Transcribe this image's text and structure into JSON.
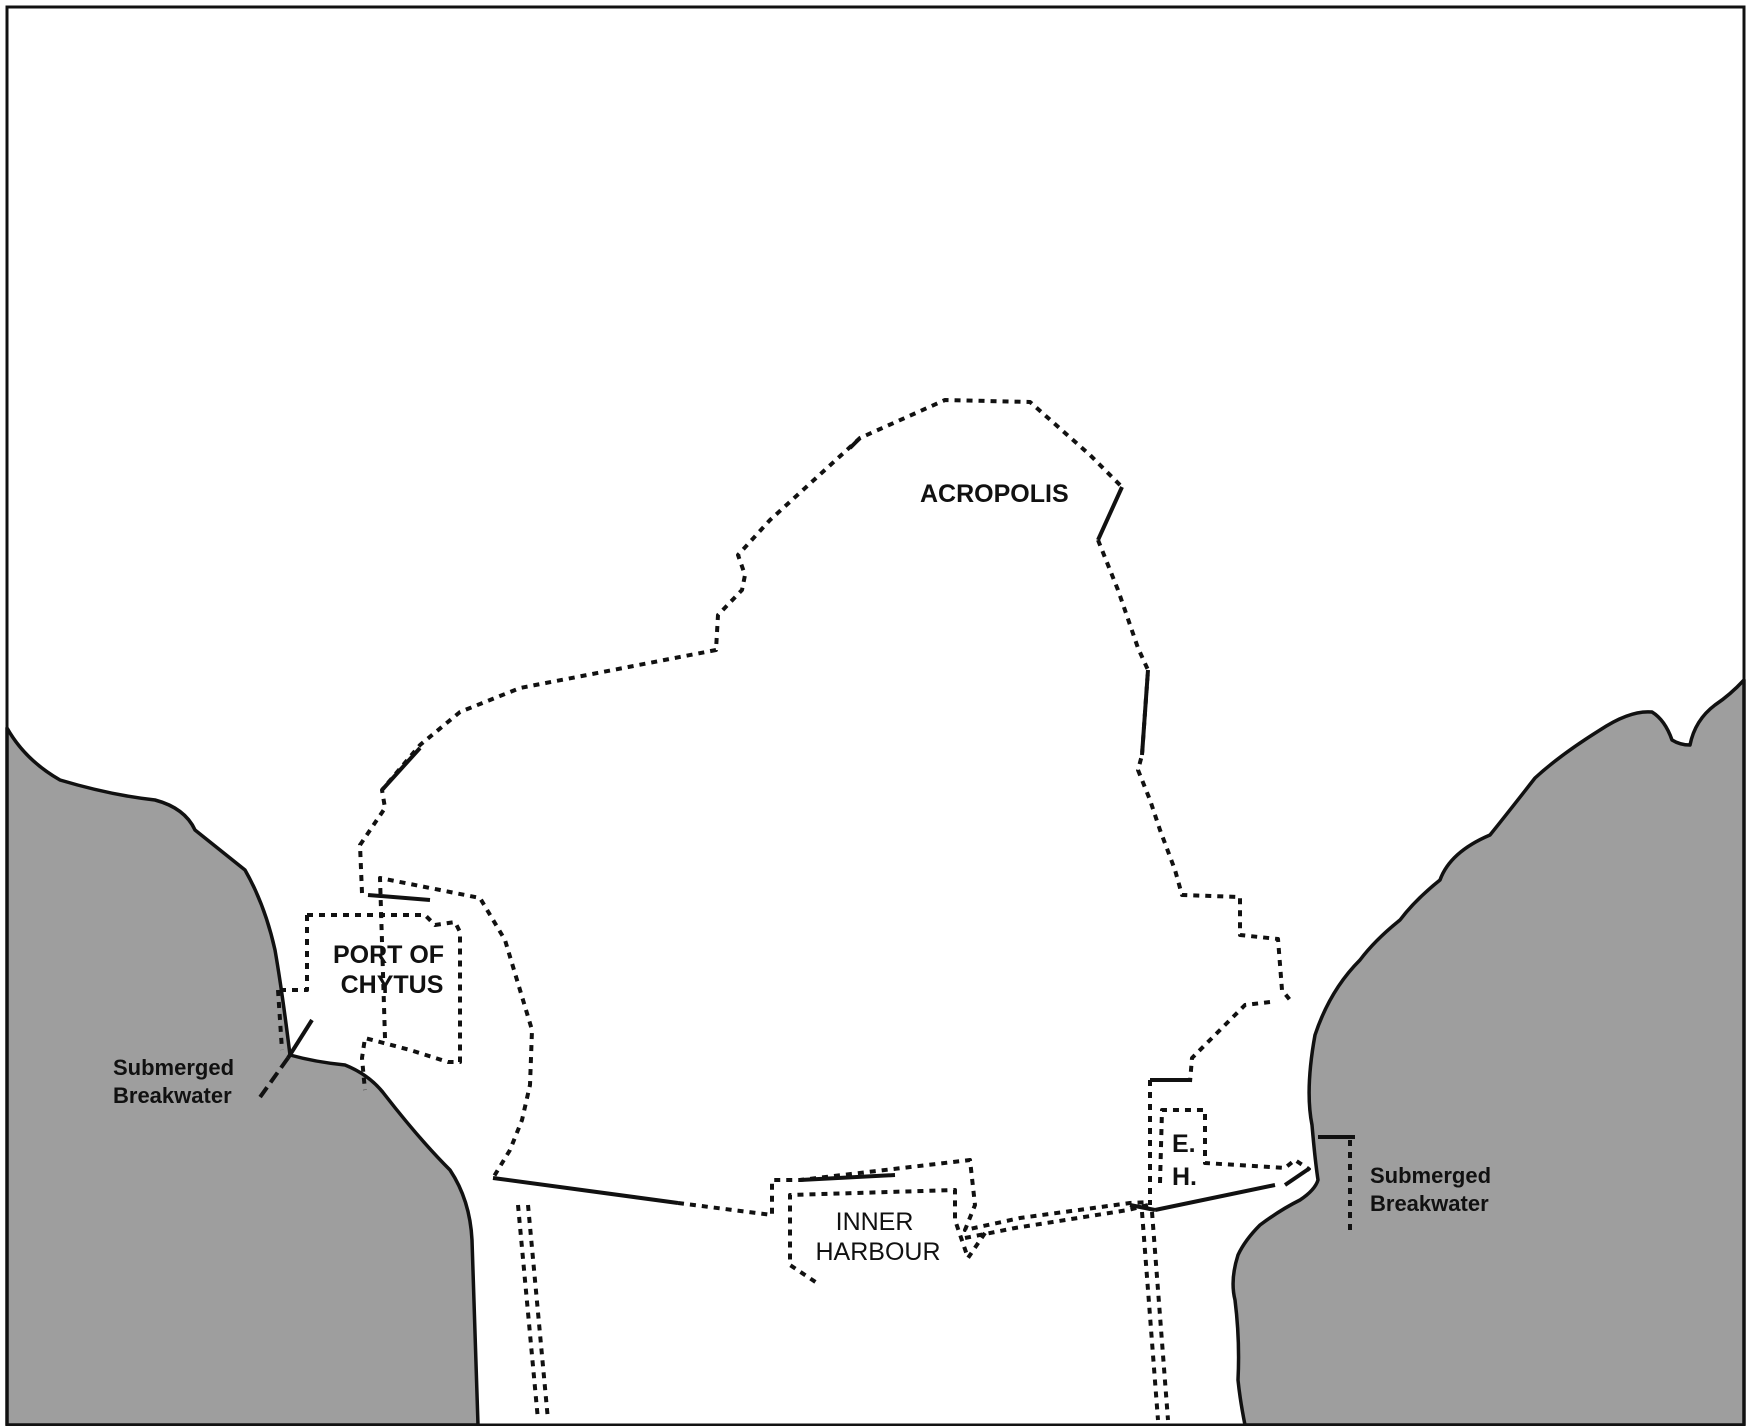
{
  "map": {
    "colors": {
      "land": "#9e9e9e",
      "sea": "#ffffff",
      "lines": "#111111"
    },
    "labels": {
      "acropolis": "ACROPOLIS",
      "port_line1": "PORT OF",
      "port_line2": "CHYTUS",
      "inner_line1": "INNER",
      "inner_line2": "HARBOUR",
      "east_line1": "E.",
      "east_line2": "H.",
      "breakwater_left_line1": "Submerged",
      "breakwater_left_line2": "Breakwater",
      "breakwater_right_line1": "Submerged",
      "breakwater_right_line2": "Breakwater"
    }
  }
}
